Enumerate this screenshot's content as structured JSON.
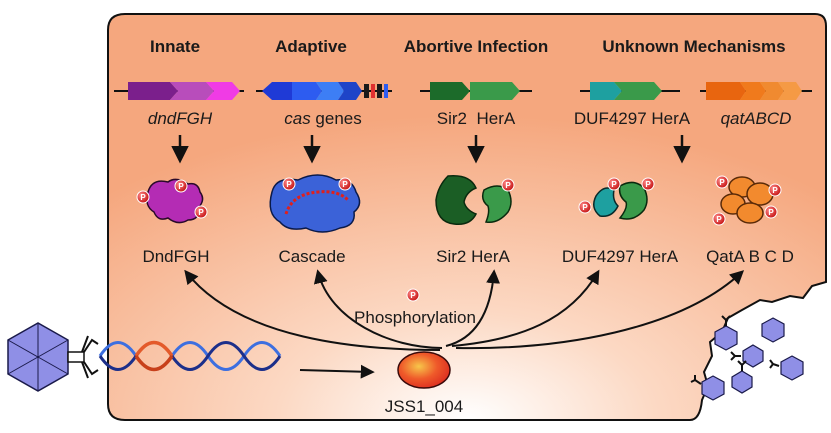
{
  "colors": {
    "background_panel": "#f5a77e",
    "panel_light": "#fce6d8",
    "phosphate_red": "#d91e1e"
  },
  "headers": {
    "innate": "Innate",
    "adaptive": "Adaptive",
    "abortive": "Abortive Infection",
    "unknown": "Unknown Mechanisms"
  },
  "genes": {
    "dnd": "dndFGH",
    "cas_italic": "cas",
    "cas_rest": " genes",
    "sir2_herA": "Sir2  HerA",
    "duf_herA": "DUF4297 HerA",
    "qat": "qatABCD"
  },
  "proteins": {
    "dndfgh": "DndFGH",
    "cascade": "Cascade",
    "sir2_hera": "Sir2 HerA",
    "duf_hera": "DUF4297 HerA",
    "qat": "QatA B C D"
  },
  "phosphate_label": "P",
  "phosphorylation": "Phosphorylation",
  "kinase": "JSS1_004"
}
